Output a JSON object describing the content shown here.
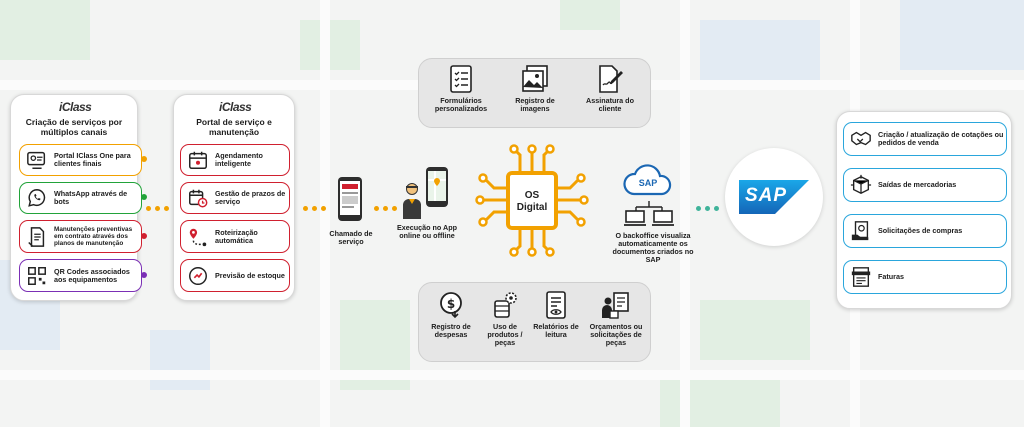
{
  "panel1": {
    "logo": "iClass",
    "title": "Criação de serviços por múltiplos canais",
    "items": [
      {
        "label": "Portal IClass One para clientes finais",
        "icon": "portal-icon",
        "color": "#f2a100"
      },
      {
        "label": "WhatsApp através de bots",
        "icon": "whatsapp-icon",
        "color": "#22a33a"
      },
      {
        "label": "Manutenções preventivas em contrato através dos planos de manutenção",
        "icon": "contract-icon",
        "color": "#d0202f"
      },
      {
        "label": "QR Codes associados aos equipamentos",
        "icon": "qrcode-icon",
        "color": "#7b2fb5"
      }
    ]
  },
  "panel2": {
    "logo": "iClass",
    "title": "Portal de serviço e manutenção",
    "items": [
      {
        "label": "Agendamento inteligente",
        "icon": "calendar-icon"
      },
      {
        "label": "Gestão de prazos de serviço",
        "icon": "calendar-clock-icon"
      },
      {
        "label": "Roteirização automática",
        "icon": "route-icon"
      },
      {
        "label": "Previsão de estoque",
        "icon": "stock-icon"
      }
    ],
    "accent": "#d0202f"
  },
  "flow": {
    "chamado": "Chamado de serviço",
    "execucao": "Execução no App online ou offline",
    "os": "OS Digital",
    "backoffice": "O backoffice visualiza automaticamente os documentos criados no SAP",
    "sap_cloud": "SAP"
  },
  "top_panel": {
    "items": [
      {
        "label": "Formulários personalizados",
        "icon": "form-icon"
      },
      {
        "label": "Registro de imagens",
        "icon": "images-icon"
      },
      {
        "label": "Assinatura do cliente",
        "icon": "signature-icon"
      }
    ]
  },
  "bottom_panel": {
    "items": [
      {
        "label": "Registro de despesas",
        "icon": "expense-icon"
      },
      {
        "label": "Uso de produtos / peças",
        "icon": "parts-icon"
      },
      {
        "label": "Relatórios de leitura",
        "icon": "report-icon"
      },
      {
        "label": "Orçamentos ou solicitações de peças",
        "icon": "quote-icon"
      }
    ]
  },
  "sap": {
    "logo": "SAP",
    "items": [
      {
        "label": "Criação / atualização de cotações ou pedidos de venda",
        "icon": "handshake-icon"
      },
      {
        "label": "Saídas de mercadorias",
        "icon": "boxes-icon"
      },
      {
        "label": "Solicitações de compras",
        "icon": "purchase-icon"
      },
      {
        "label": "Faturas",
        "icon": "invoice-icon"
      }
    ],
    "accent": "#2aa6dc"
  },
  "colors": {
    "orange": "#f2a100",
    "teal": "#3fb39a",
    "blue": "#2aa6dc",
    "red": "#d0202f"
  }
}
